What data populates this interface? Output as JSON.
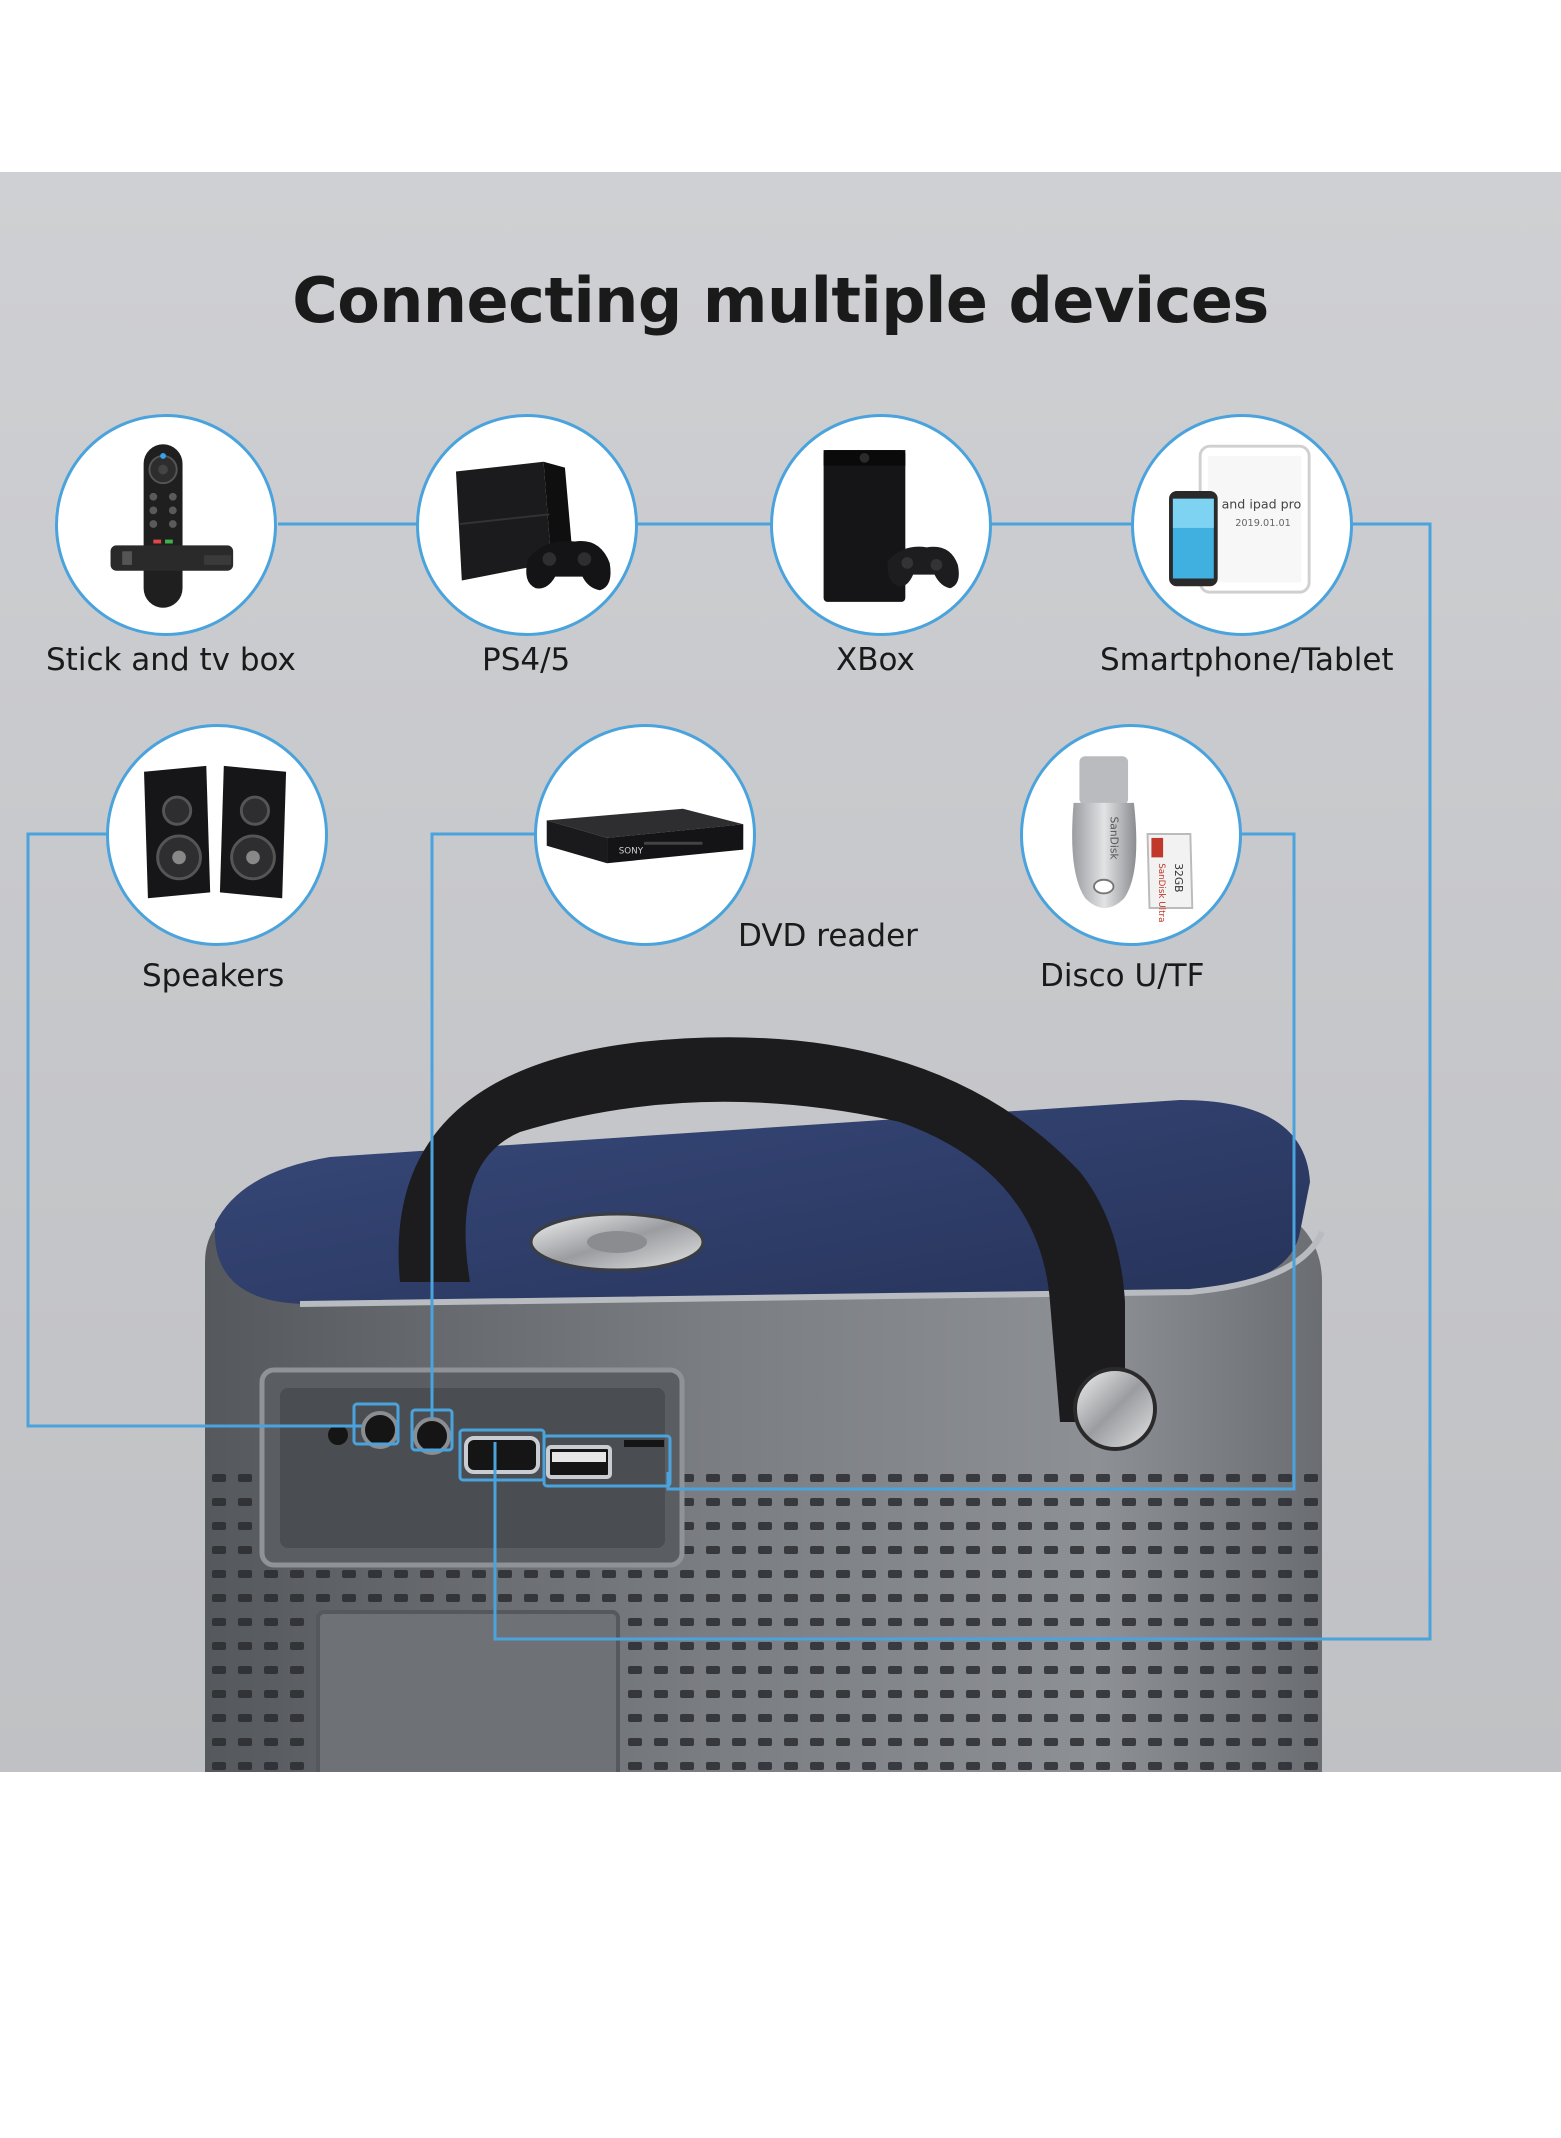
{
  "title": "Connecting multiple devices",
  "devices": [
    {
      "label": "Stick and tv box",
      "icon": "tv-stick-remote-icon"
    },
    {
      "label": "PS4/5",
      "icon": "ps-console-icon"
    },
    {
      "label": "XBox",
      "icon": "xbox-console-icon"
    },
    {
      "label": "Smartphone/Tablet",
      "icon": "phone-tablet-icon"
    },
    {
      "label": "Speakers",
      "icon": "speakers-icon"
    },
    {
      "label": "DVD reader",
      "icon": "dvd-player-icon"
    },
    {
      "label": "Disco U/TF",
      "icon": "usb-sd-card-icon"
    }
  ],
  "tablet_text": [
    "and ipad pro",
    "2019.01.01"
  ],
  "dvd_brand": "SONY",
  "usb_brand": "SanDisk",
  "sd_card": {
    "brand": "SanDisk Ultra",
    "size": "32GB"
  },
  "colors": {
    "accent": "#4aa3dc",
    "panel_bg": "#c8c9cc",
    "title": "#1a1a1a",
    "projector_body": "#6b6e73",
    "projector_top": "#2f3e67"
  }
}
